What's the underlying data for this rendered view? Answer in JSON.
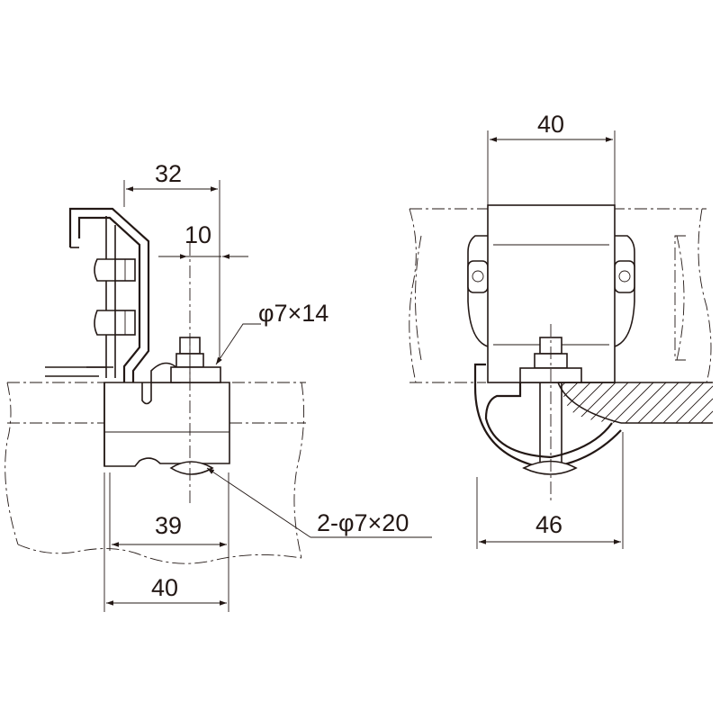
{
  "colors": {
    "line": "#231815",
    "background": "#ffffff"
  },
  "side_view": {
    "dim_top": "32",
    "dim_offset": "10",
    "bolt_callout": "φ7×14",
    "slot_callout": "2-φ7×20",
    "dim_inner": "39",
    "dim_outer": "40"
  },
  "front_view": {
    "dim_width": "40",
    "dim_clamp": "46"
  }
}
